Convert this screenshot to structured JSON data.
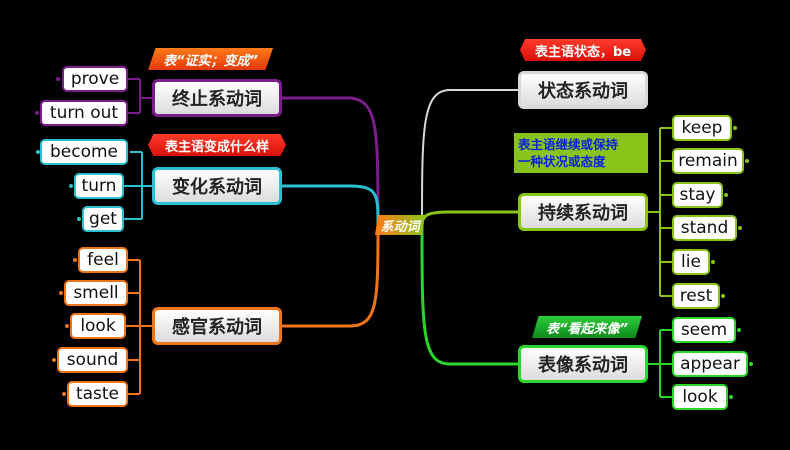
{
  "center": {
    "label": "系动词"
  },
  "branches": {
    "end": {
      "label": "终止系动词",
      "note": "表“证实；变成”",
      "color": "#7b1e8c",
      "leaves": [
        "prove",
        "turn out"
      ]
    },
    "change": {
      "label": "变化系动词",
      "note": "表主语变成什么样",
      "color": "#2bc0cf",
      "leaves": [
        "become",
        "turn",
        "get"
      ]
    },
    "sense": {
      "label": "感官系动词",
      "color": "#f07418",
      "leaves": [
        "feel",
        "smell",
        "look",
        "sound",
        "taste"
      ]
    },
    "state": {
      "label": "状态系动词",
      "note": "表主语状态，be",
      "color": "#d8d8d8"
    },
    "keep": {
      "label": "持续系动词",
      "note_line1": "表主语继续或保持",
      "note_line2": "一种状况或态度",
      "color": "#8ac41b",
      "leaves": [
        "keep",
        "remain",
        "stay",
        "stand",
        "lie",
        "rest"
      ]
    },
    "seem": {
      "label": "表像系动词",
      "note": "表“看起来像”",
      "color": "#2ad62a",
      "leaves": [
        "seem",
        "appear",
        "look"
      ]
    }
  }
}
